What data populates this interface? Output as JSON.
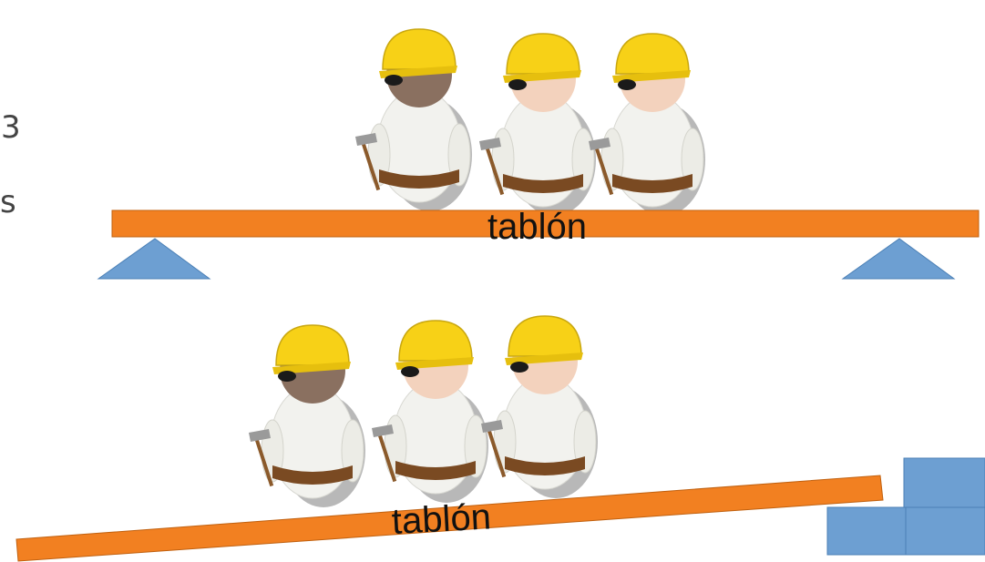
{
  "edge_text": {
    "digit": "3",
    "letter": "s"
  },
  "top_scene": {
    "plank_label": "tablón",
    "workers": 3
  },
  "bottom_scene": {
    "plank_label": "tablón",
    "workers": 3
  },
  "colors": {
    "plank": "#f28021",
    "plank_outline": "#c0600f",
    "support": "#6d9fd2",
    "support_outline": "#4a7fb5",
    "helmet": "#f7d117",
    "shirt": "#f2f2ee",
    "belt": "#7a4a22",
    "skin_dark": "#8a7060",
    "skin_light": "#f3d2bd"
  }
}
